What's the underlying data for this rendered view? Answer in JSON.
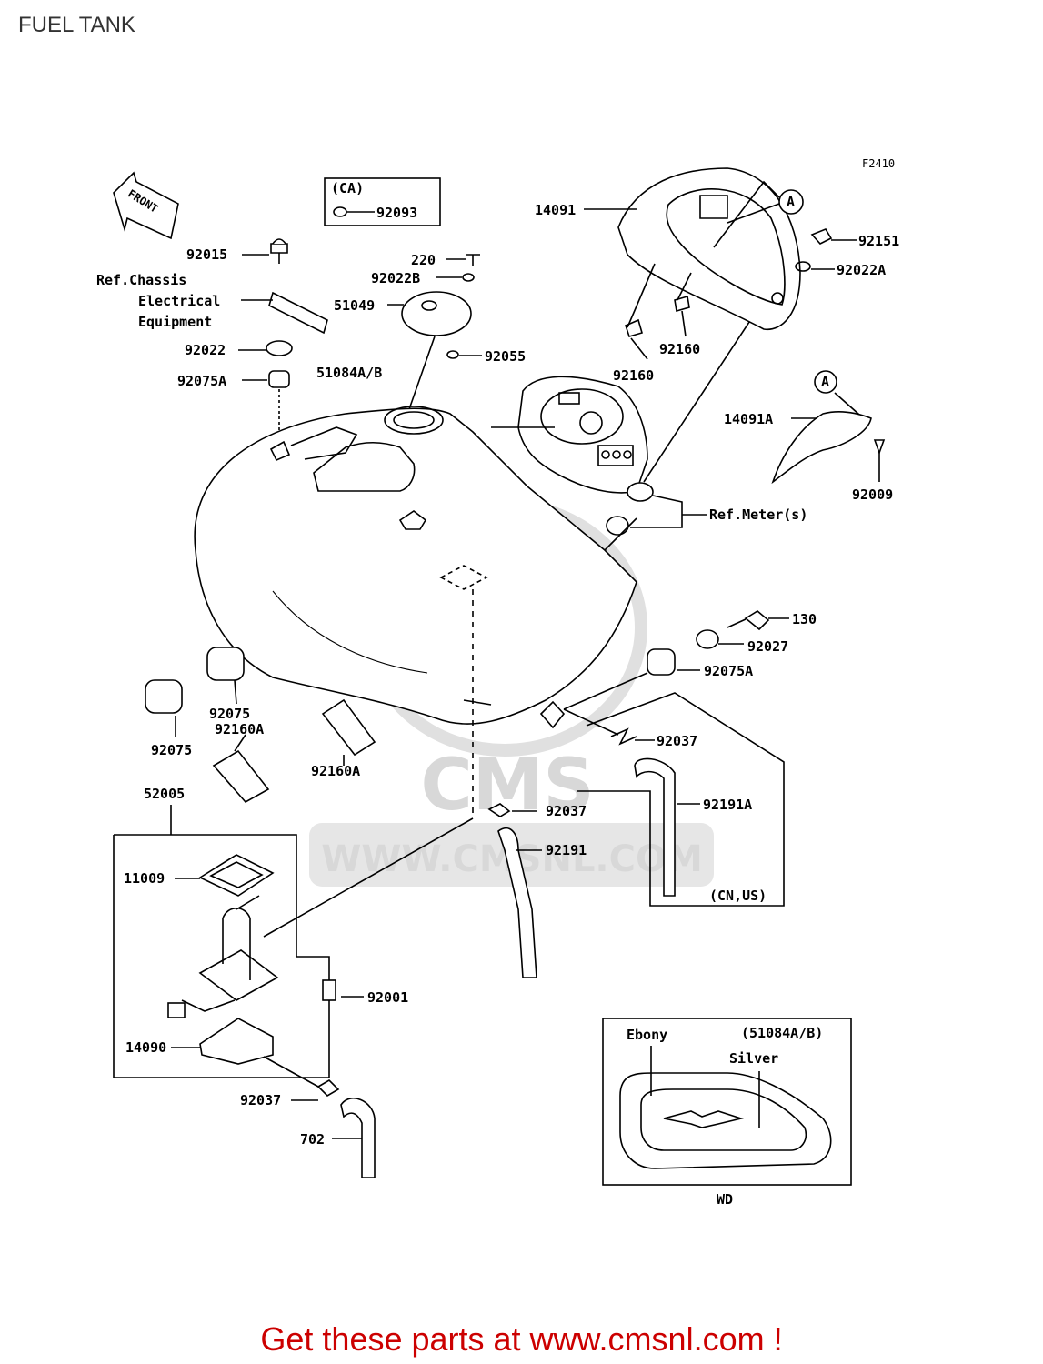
{
  "page": {
    "title": "FUEL TANK",
    "figure_code": "F2410"
  },
  "front_marker": "FRONT",
  "watermark": {
    "brand": "CMS",
    "url": "WWW.CMSNL.COM"
  },
  "refs": {
    "chassis": [
      "Ref.Chassis",
      "Electrical",
      "Equipment"
    ],
    "meters": "Ref.Meter(s)"
  },
  "ca_box": {
    "tag": "(CA)",
    "part": "92093"
  },
  "cn_us_box": {
    "tag": "(CN,US)"
  },
  "wd_inset": {
    "ref": "(51084A/B)",
    "ebony": "Ebony",
    "silver": "Silver",
    "code": "WD"
  },
  "callout_letter": "A",
  "parts": {
    "p92015": "92015",
    "p220": "220",
    "p92022B": "92022B",
    "p51049": "51049",
    "p92022": "92022",
    "p92075A_top": "92075A",
    "p92055": "92055",
    "p51084AB": "51084A/B",
    "p14091": "14091",
    "p92151": "92151",
    "p92022A": "92022A",
    "p92160_r": "92160",
    "p92160_l": "92160",
    "p14091A": "14091A",
    "p92009": "92009",
    "p130": "130",
    "p92027": "92027",
    "p92075A_r": "92075A",
    "p92075_a": "92075",
    "p92160A_a": "92160A",
    "p92075_b": "92075",
    "p92160A_b": "92160A",
    "p92037_a": "92037",
    "p92191A": "92191A",
    "p52005": "52005",
    "p92037_b": "92037",
    "p92191": "92191",
    "p11009": "11009",
    "p92001": "92001",
    "p14090": "14090",
    "p92037_c": "92037",
    "p702": "702"
  },
  "footer": {
    "text": "Get these parts at www.cmsnl.com !"
  }
}
